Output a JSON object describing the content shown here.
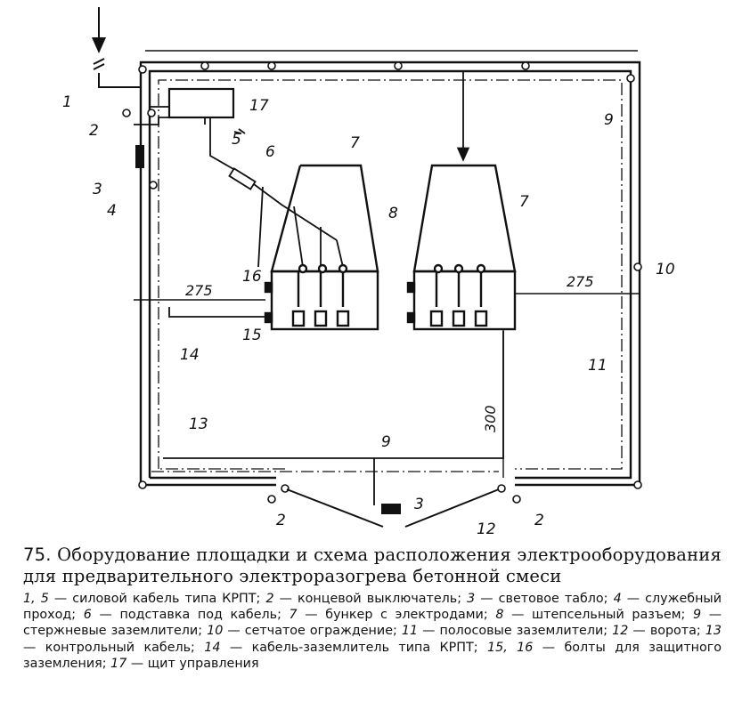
{
  "figure": {
    "number": "75.",
    "title": "Оборудование площадки и схема расположения электрооборудования для предварительного электроразогрева бетонной смеси",
    "legend": [
      {
        "num": "1, 5",
        "text": "силовой кабель типа КРПТ;"
      },
      {
        "num": "2",
        "text": "концевой выключатель;"
      },
      {
        "num": "3",
        "text": "световое табло;"
      },
      {
        "num": "4",
        "text": "служебный проход;"
      },
      {
        "num": "6",
        "text": "подставка под кабель;"
      },
      {
        "num": "7",
        "text": "бункер с электродами;"
      },
      {
        "num": "8",
        "text": "штепсельный разъем;"
      },
      {
        "num": "9",
        "text": "стержневые заземлители;"
      },
      {
        "num": "10",
        "text": "сетчатое ограждение;"
      },
      {
        "num": "11",
        "text": "полосовые заземлители;"
      },
      {
        "num": "12",
        "text": "ворота;"
      },
      {
        "num": "13",
        "text": "контрольный кабель;"
      },
      {
        "num": "14",
        "text": "кабель-заземлитель типа КРПТ;"
      },
      {
        "num": "15, 16",
        "text": "болты для защитного заземления;"
      },
      {
        "num": "17",
        "text": "щит управления"
      }
    ]
  },
  "labels": {
    "l1": "1",
    "l2a": "2",
    "l2b": "2",
    "l2c": "2",
    "l3a": "3",
    "l3b": "3",
    "l4": "4",
    "l5": "5",
    "l6": "6",
    "l7a": "7",
    "l7b": "7",
    "l8": "8",
    "l9a": "9",
    "l9b": "9",
    "l10": "10",
    "l11": "11",
    "l12": "12",
    "l13": "13",
    "l14": "14",
    "l15": "15",
    "l16": "16",
    "l17": "17"
  },
  "dimensions": {
    "d275_left": "275",
    "d275_right": "275",
    "d300": "300"
  }
}
